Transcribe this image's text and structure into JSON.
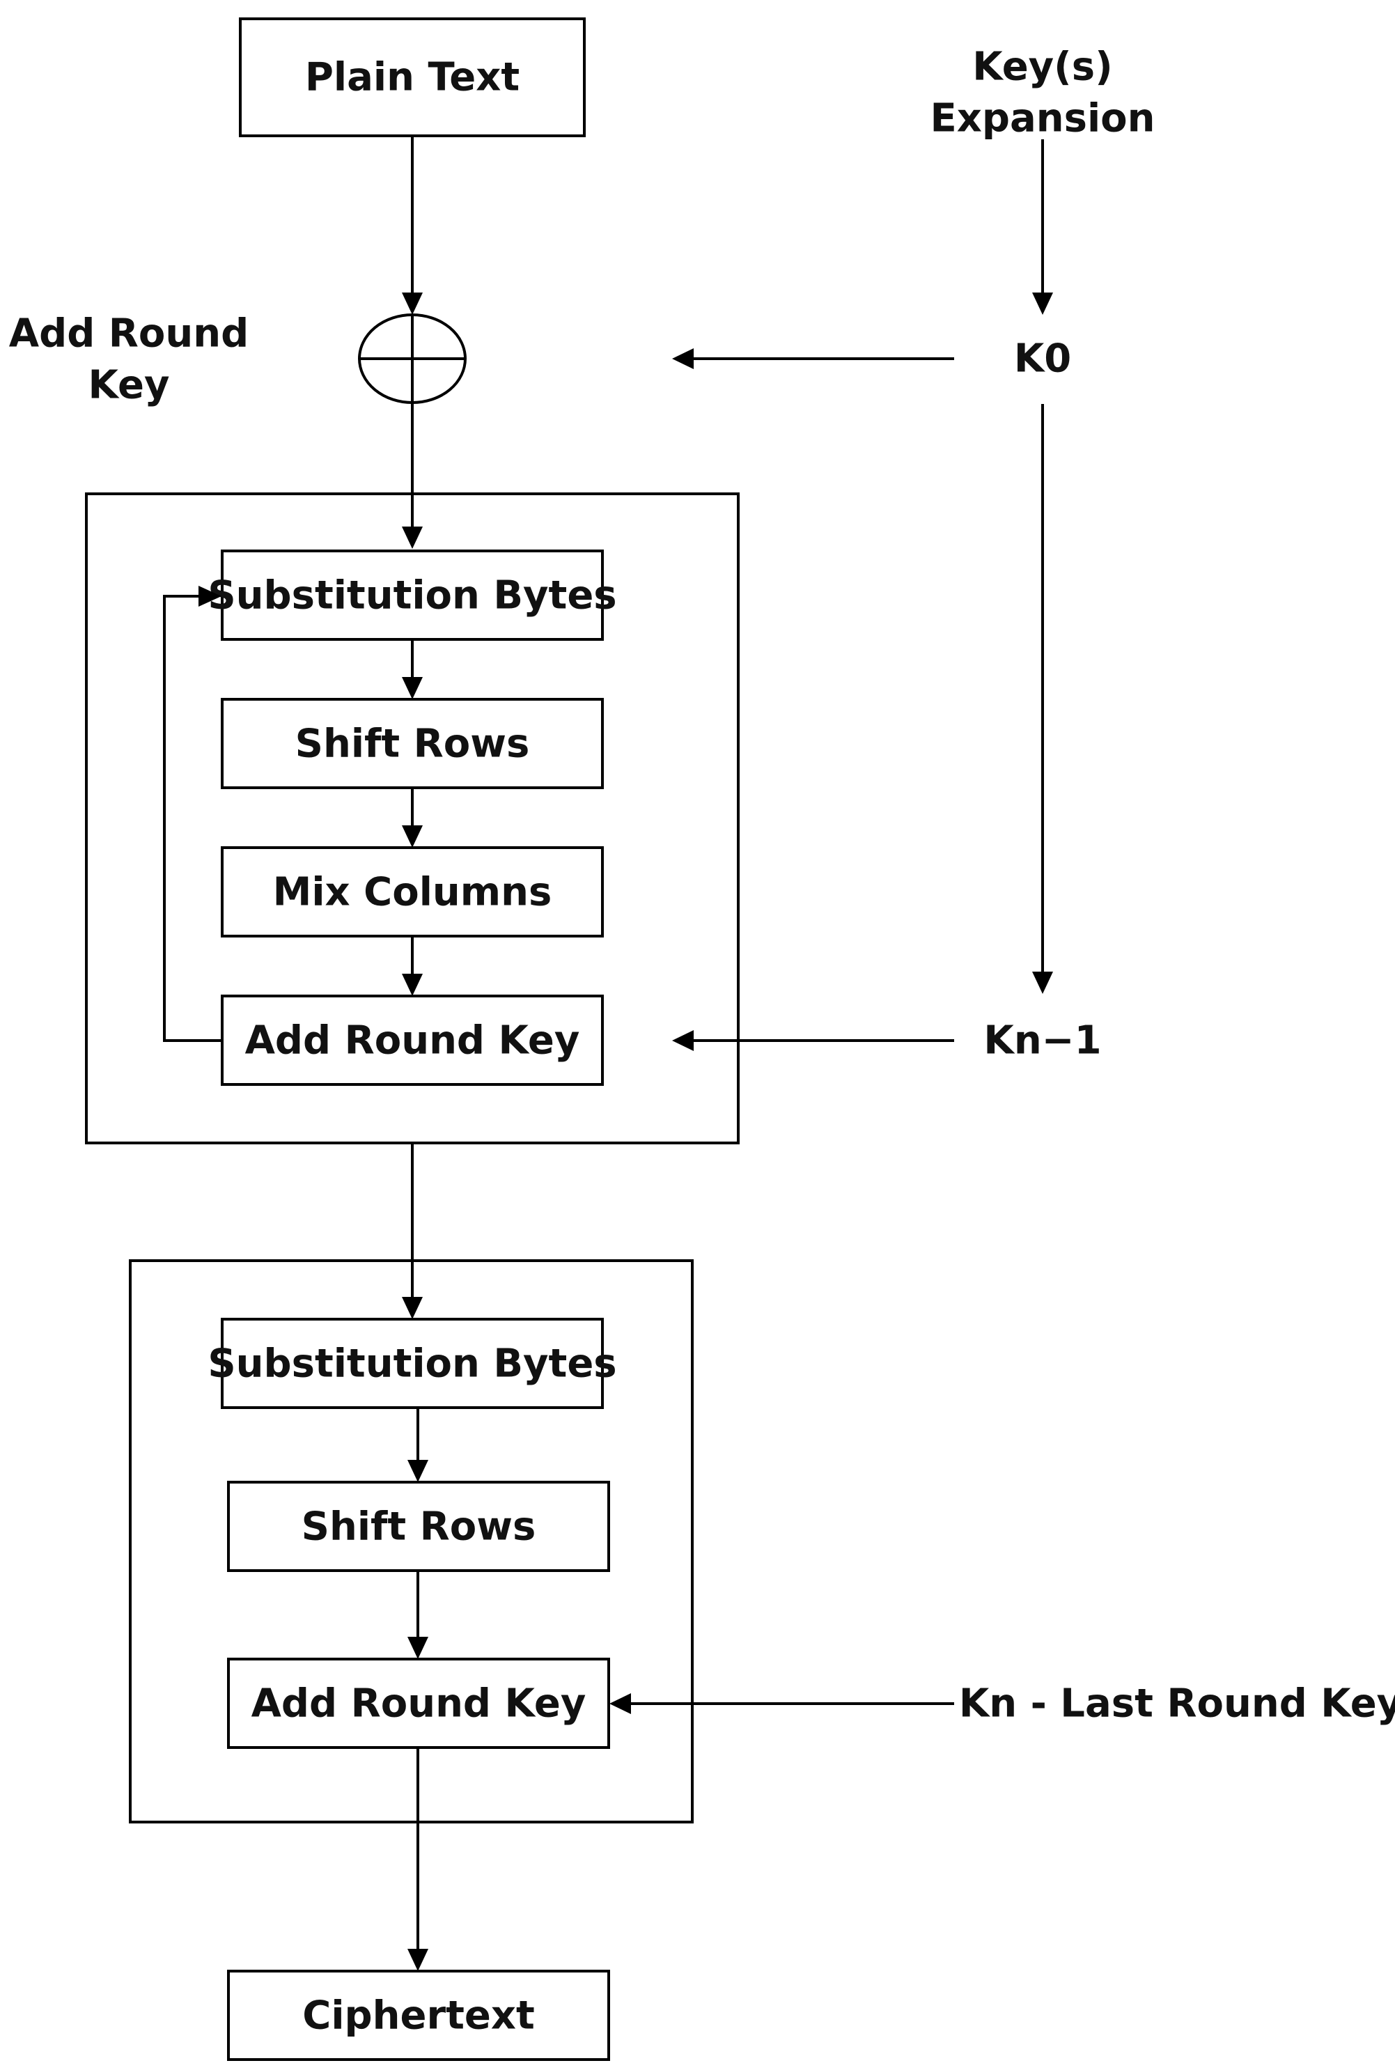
{
  "diagram": {
    "nodes": {
      "plaintext": "Plain Text",
      "key_expansion_line1": "Key(s)",
      "key_expansion_line2": "Expansion",
      "add_round_key_xor_line1": "Add Round",
      "add_round_key_xor_line2": "Key",
      "k0": "K0",
      "round_sub_bytes": "Substitution Bytes",
      "round_shift_rows": "Shift Rows",
      "round_mix_columns": "Mix Columns",
      "round_add_round_key": "Add Round Key",
      "kn_minus_1": "Kn−1",
      "final_sub_bytes": "Substitution Bytes",
      "final_shift_rows": "Shift Rows",
      "final_add_round_key": "Add Round Key",
      "kn_last": "Kn - Last Round Key",
      "ciphertext": "Ciphertext"
    }
  }
}
